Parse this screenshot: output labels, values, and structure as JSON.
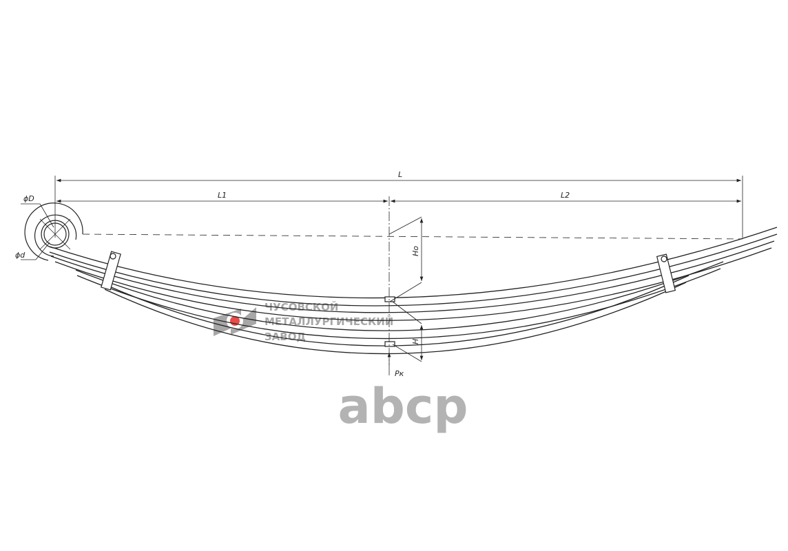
{
  "drawing": {
    "labels": {
      "overall_length": "L",
      "length_1": "L1",
      "length_2": "L2",
      "eye_outer_diameter": "ϕD",
      "eye_inner_diameter": "ϕd",
      "free_height": "Ho",
      "loaded_height": "H",
      "load": "Pк"
    },
    "leaf_count": 5
  },
  "watermarks": {
    "manufacturer_lines": [
      "ЧУСОВСКОЙ",
      "МЕТАЛЛУРГИЧЕСКИЙ",
      "ЗАВОД"
    ],
    "manufacturer_dot_color": "#e53935",
    "manufacturer_gray": "#9e9e9e",
    "brand": "abcp",
    "brand_color": "#b3b3b3"
  }
}
